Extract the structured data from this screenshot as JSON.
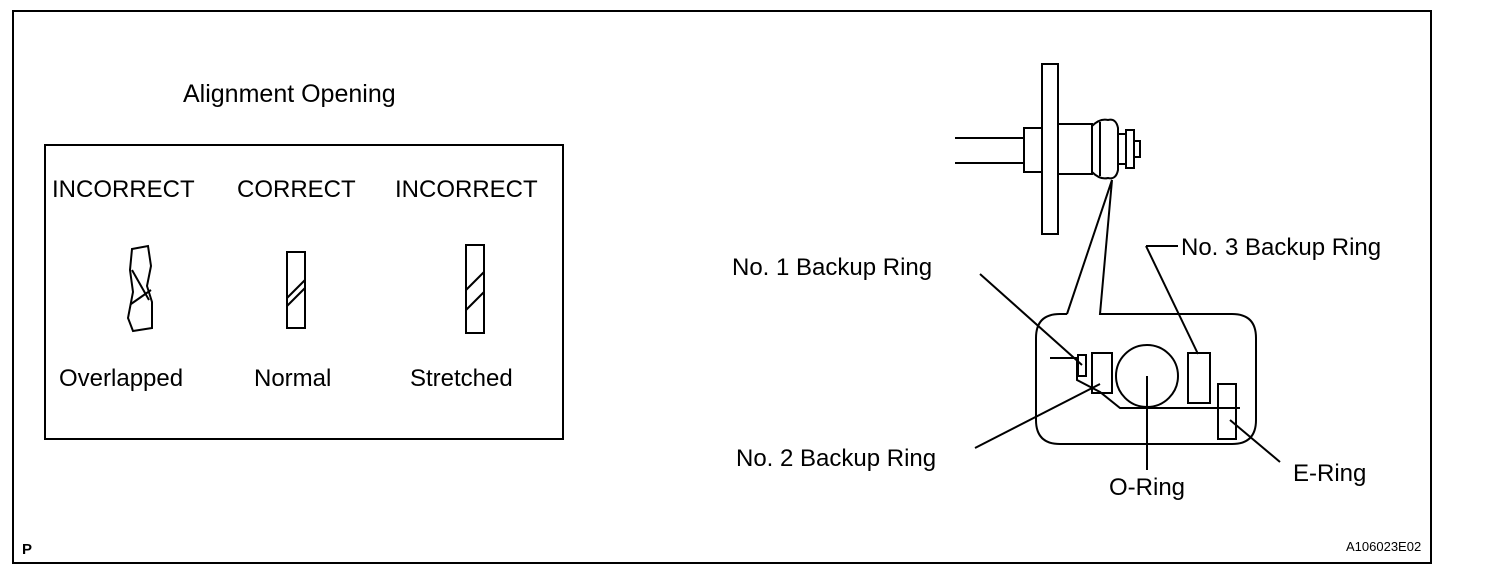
{
  "alignment": {
    "title": "Alignment Opening",
    "columns": [
      {
        "heading": "INCORRECT",
        "caption": "Overlapped"
      },
      {
        "heading": "CORRECT",
        "caption": "Normal"
      },
      {
        "heading": "INCORRECT",
        "caption": "Stretched"
      }
    ]
  },
  "injector": {
    "labels": {
      "backup1": "No. 1 Backup Ring",
      "backup2": "No. 2 Backup Ring",
      "backup3": "No. 3 Backup Ring",
      "oring": "O-Ring",
      "ering": "E-Ring"
    }
  },
  "footer": {
    "corner_mark": "P",
    "figure_code": "A106023E02"
  }
}
